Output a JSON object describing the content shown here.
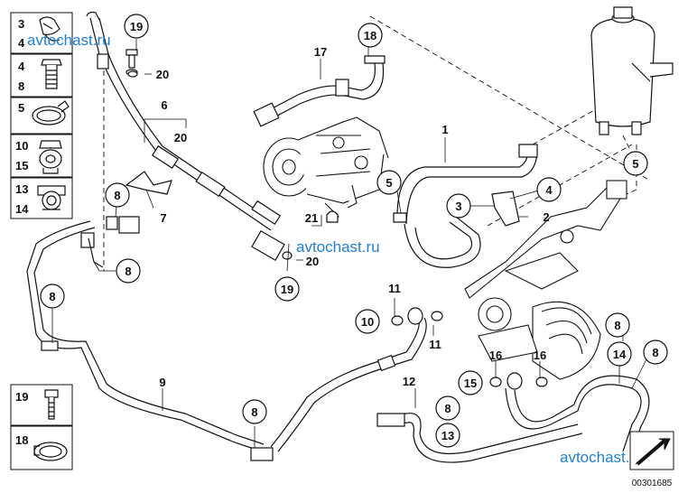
{
  "diagram": {
    "doc_number": "00301685",
    "watermark": "avtochast.ru",
    "callouts": [
      {
        "id": "c-19-top",
        "label": "19",
        "circled": true
      },
      {
        "id": "c-20-top",
        "label": "20",
        "circled": false
      },
      {
        "id": "c-6",
        "label": "6",
        "circled": false
      },
      {
        "id": "c-20-mid",
        "label": "20",
        "circled": false
      },
      {
        "id": "c-17",
        "label": "17",
        "circled": false
      },
      {
        "id": "c-18-top",
        "label": "18",
        "circled": true
      },
      {
        "id": "c-1",
        "label": "1",
        "circled": false
      },
      {
        "id": "c-5-mid",
        "label": "5",
        "circled": true
      },
      {
        "id": "c-5-right",
        "label": "5",
        "circled": true
      },
      {
        "id": "c-3",
        "label": "3",
        "circled": true
      },
      {
        "id": "c-4",
        "label": "4",
        "circled": true
      },
      {
        "id": "c-2",
        "label": "2",
        "circled": false
      },
      {
        "id": "c-7",
        "label": "7",
        "circled": false
      },
      {
        "id": "c-8-a",
        "label": "8",
        "circled": true
      },
      {
        "id": "c-8-b",
        "label": "8",
        "circled": true
      },
      {
        "id": "c-8-c",
        "label": "8",
        "circled": true
      },
      {
        "id": "c-21",
        "label": "21",
        "circled": false
      },
      {
        "id": "c-20-low",
        "label": "20",
        "circled": false
      },
      {
        "id": "c-19-low",
        "label": "19",
        "circled": true
      },
      {
        "id": "c-11-a",
        "label": "11",
        "circled": false
      },
      {
        "id": "c-10",
        "label": "10",
        "circled": true
      },
      {
        "id": "c-11-b",
        "label": "11",
        "circled": false
      },
      {
        "id": "c-9",
        "label": "9",
        "circled": false
      },
      {
        "id": "c-12",
        "label": "12",
        "circled": false
      },
      {
        "id": "c-8-d",
        "label": "8",
        "circled": true
      },
      {
        "id": "c-8-e",
        "label": "8",
        "circled": true
      },
      {
        "id": "c-13",
        "label": "13",
        "circled": true
      },
      {
        "id": "c-16-a",
        "label": "16",
        "circled": false
      },
      {
        "id": "c-15",
        "label": "15",
        "circled": true
      },
      {
        "id": "c-16-b",
        "label": "16",
        "circled": false
      },
      {
        "id": "c-8-f",
        "label": "8",
        "circled": true
      },
      {
        "id": "c-14",
        "label": "14",
        "circled": true
      },
      {
        "id": "c-8-g",
        "label": "8",
        "circled": true
      }
    ],
    "legend": [
      {
        "id": "l-3-4",
        "labels": [
          "3",
          "4"
        ]
      },
      {
        "id": "l-4-8",
        "labels": [
          "4",
          "8"
        ]
      },
      {
        "id": "l-5",
        "labels": [
          "5"
        ]
      },
      {
        "id": "l-10-15",
        "labels": [
          "10",
          "15"
        ]
      },
      {
        "id": "l-13-14",
        "labels": [
          "13",
          "14"
        ]
      },
      {
        "id": "l-19",
        "labels": [
          "19"
        ]
      },
      {
        "id": "l-18",
        "labels": [
          "18"
        ]
      }
    ]
  },
  "colors": {
    "line": "#111111",
    "watermark": "#1e7fd6",
    "background": "#ffffff"
  }
}
